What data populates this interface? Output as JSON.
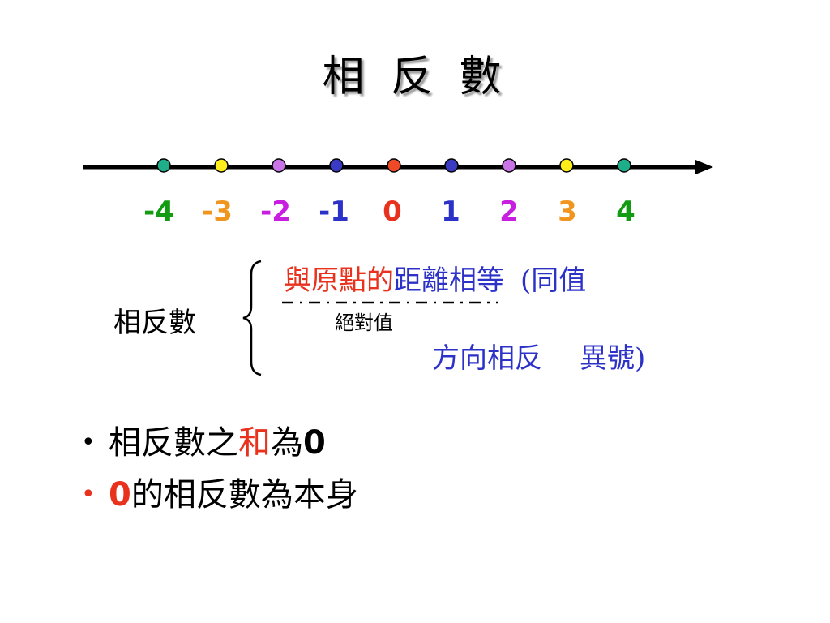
{
  "slide": {
    "title": "相 反 數"
  },
  "number_line": {
    "points": [
      {
        "label": "-4",
        "value": -4,
        "dot_color": "#1fae8a",
        "label_color": "#139b13"
      },
      {
        "label": "-3",
        "value": -3,
        "dot_color": "#ffee1c",
        "label_color": "#f0961e"
      },
      {
        "label": "-2",
        "value": -2,
        "dot_color": "#c874e6",
        "label_color": "#c81ee0"
      },
      {
        "label": "-1",
        "value": -1,
        "dot_color": "#3a3ac2",
        "label_color": "#2c32c8"
      },
      {
        "label": "0",
        "value": 0,
        "dot_color": "#ee4a28",
        "label_color": "#e8321e"
      },
      {
        "label": "1",
        "value": 1,
        "dot_color": "#3a3ac2",
        "label_color": "#2c32c8"
      },
      {
        "label": "2",
        "value": 2,
        "dot_color": "#c874e6",
        "label_color": "#c81ee0"
      },
      {
        "label": "3",
        "value": 3,
        "dot_color": "#ffee1c",
        "label_color": "#f0961e"
      },
      {
        "label": "4",
        "value": 4,
        "dot_color": "#1fae8a",
        "label_color": "#139b13"
      }
    ],
    "line_color": "#000000"
  },
  "definition": {
    "label": "相反數",
    "line1_red": "與原點的",
    "line1_blue": "距離相等",
    "line1_paren": "(同值",
    "note": "絕對值",
    "line2_a": "方向相反",
    "line2_b": "異號)"
  },
  "bullets": [
    {
      "dot": "•",
      "dot_color": "#000000",
      "text_a": "相反數之",
      "text_red": "和",
      "text_b": "為",
      "zero": "0"
    },
    {
      "dot": "•",
      "dot_color": "#e8321e",
      "zero": "0",
      "text": "的相反數為本身"
    }
  ],
  "colors": {
    "red": "#e8321e",
    "blue": "#2c32c8"
  }
}
